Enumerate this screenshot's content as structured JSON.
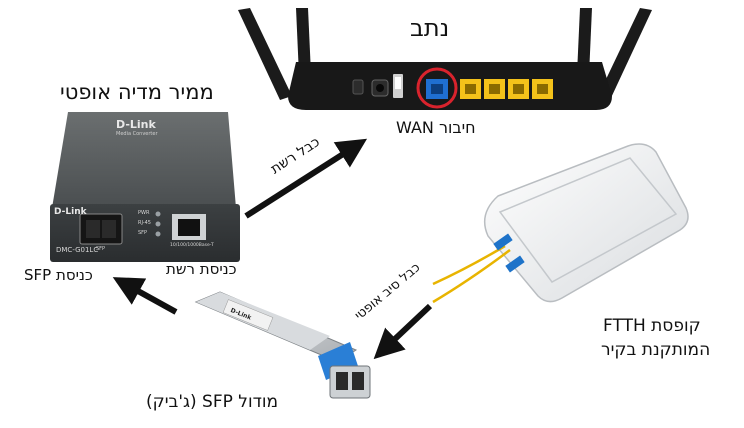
{
  "labels": {
    "router_title": "נתב",
    "wan_port": "חיבור WAN",
    "media_converter_title": "ממיר מדיה אופטי",
    "network_port": "כניסת רשת",
    "sfp_port": "כניסת SFP",
    "network_cable": "כבל רשת",
    "fiber_cable": "כבל סיב אופטי",
    "ftth_box_line1": "קופסת FTTH",
    "ftth_box_line2": "המותקנת בקיר",
    "sfp_module": "מודול SFP (ג'ביק)"
  },
  "device_marks": {
    "converter_brand": "D-Link",
    "converter_subtitle": "Media Converter",
    "converter_model": "DMC-G01LC",
    "converter_led_pwr": "PWR",
    "converter_led_rj45": "RJ-45",
    "converter_led_sfp": "SFP",
    "converter_port_caption": "10/100/1000Base-T",
    "converter_sfp_caption": "SFP",
    "sfp_brand": "D-Link"
  },
  "colors": {
    "wan_port": "#1f6fd1",
    "lan_ports": "#f4c21a",
    "highlight_circle": "#d9232d",
    "fiber": "#e8b400",
    "connector": "#1e73c9",
    "sfp_latch": "#2a7fd6",
    "arrows": "#111111"
  }
}
